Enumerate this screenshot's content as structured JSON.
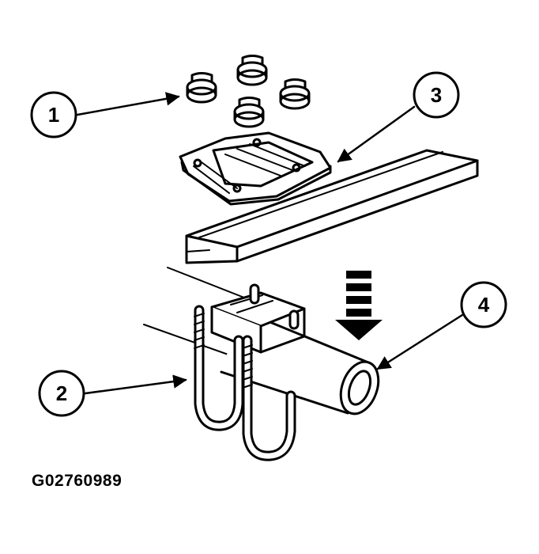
{
  "diagram": {
    "callouts": [
      {
        "id": "1",
        "label": "1",
        "part": "nuts"
      },
      {
        "id": "2",
        "label": "2",
        "part": "u-bolts"
      },
      {
        "id": "3",
        "label": "3",
        "part": "spring-plate"
      },
      {
        "id": "4",
        "label": "4",
        "part": "axle"
      }
    ],
    "figure_id": "G02760989",
    "colors": {
      "ink": "#000000",
      "background": "#ffffff"
    }
  }
}
